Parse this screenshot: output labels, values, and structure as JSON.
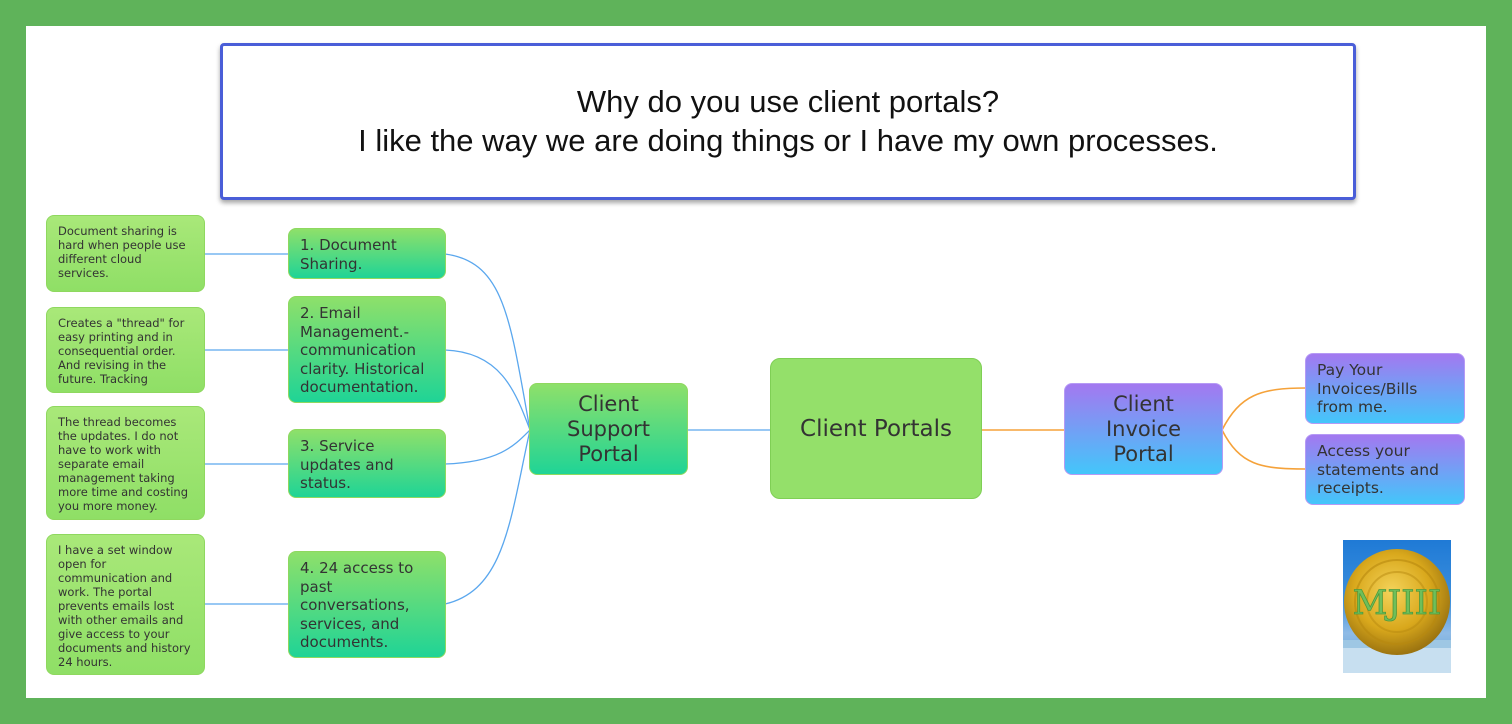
{
  "title": {
    "line1": "Why do you use client portals?",
    "line2": "I like the way we are doing things or I have my own processes."
  },
  "central": {
    "label": "Client Portals"
  },
  "support_portal": {
    "label": "Client Support Portal",
    "topics": [
      {
        "label": "1.  Document Sharing.",
        "note": "Document sharing is hard when people use different cloud services."
      },
      {
        "label": "2.  Email Management.- communication clarity. Historical documentation.",
        "note": "Creates a \"thread\" for easy printing and in consequential order. And revising in the future. Tracking"
      },
      {
        "label": "3.  Service updates and status.",
        "note": "The thread becomes the updates.  I do not have to work with separate email management taking more time and costing  you more money."
      },
      {
        "label": "4.  24 access to past conversations, services, and documents.",
        "note": "I have a set window open for communication and work.  The portal prevents emails lost with other emails and give access to your documents and history 24 hours."
      }
    ]
  },
  "invoice_portal": {
    "label": "Client Invoice Portal",
    "topics": [
      {
        "label": "Pay Your Invoices/Bills from me."
      },
      {
        "label": "Access your statements and receipts."
      }
    ]
  },
  "logo": {
    "text": "MJIII"
  },
  "colors": {
    "background": "#5fb35a",
    "question_border": "#4a5ed8",
    "left_link": "#5aa7ee",
    "right_link": "#f5a23a"
  }
}
